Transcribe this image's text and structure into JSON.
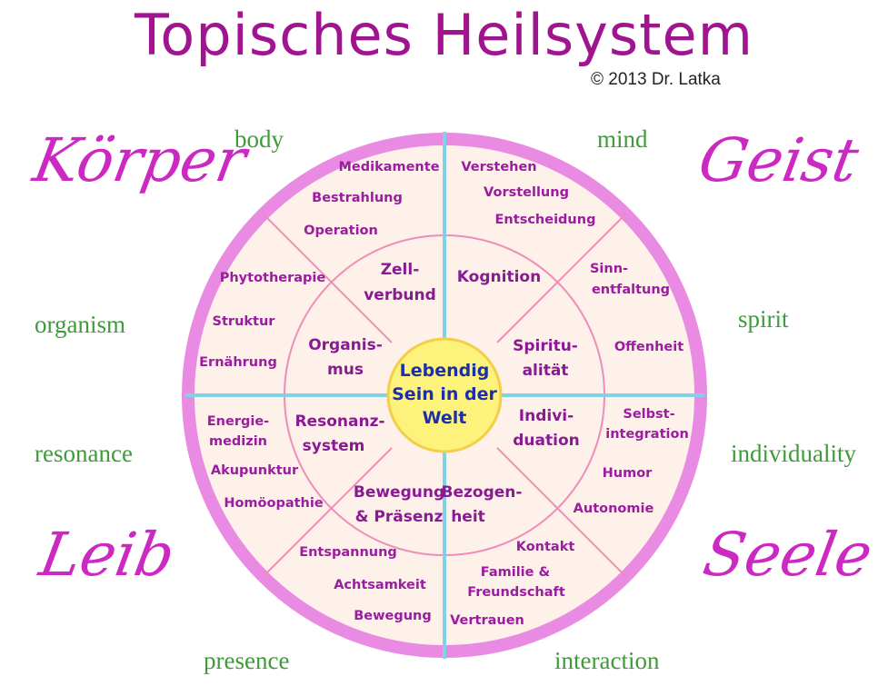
{
  "title": "Topisches Heilsystem",
  "copyright": "© 2013 Dr. Latka",
  "corners": {
    "top_left": {
      "script": "Körper",
      "english": "body"
    },
    "top_right": {
      "script": "Geist",
      "english": "mind"
    },
    "bottom_left": {
      "script": "Leib",
      "english": "presence"
    },
    "bottom_right": {
      "script": "Seele",
      "english": "interaction"
    }
  },
  "side_labels": {
    "left_upper": "organism",
    "left_lower": "resonance",
    "right_upper": "spirit",
    "right_lower": "individuality"
  },
  "center": [
    "Lebendig",
    "Sein in der",
    "Welt"
  ],
  "inner_sectors": [
    [
      "Zell-",
      "verbund"
    ],
    [
      "Kognition"
    ],
    [
      "Spiritu-",
      "alität"
    ],
    [
      "Indivi-",
      "duation"
    ],
    [
      "Bezogen-",
      "heit"
    ],
    [
      "Bewegung",
      "& Präsenz"
    ],
    [
      "Resonanz-",
      "system"
    ],
    [
      "Organis-",
      "mus"
    ]
  ],
  "outer_items": {
    "top_left": [
      "Medikamente",
      "Bestrahlung",
      "Operation"
    ],
    "top_right": [
      "Verstehen",
      "Vorstellung",
      "Entscheidung"
    ],
    "right_upper": [
      [
        "Sinn-",
        "entfaltung"
      ],
      [
        "Offenheit"
      ]
    ],
    "right_lower": [
      [
        "Selbst-",
        "integration"
      ],
      [
        "Humor"
      ],
      [
        "Autonomie"
      ]
    ],
    "bottom_right": [
      [
        "Kontakt"
      ],
      [
        "Familie &",
        "Freundschaft"
      ],
      [
        "Vertrauen"
      ]
    ],
    "bottom_left": [
      "Entspannung",
      "Achtsamkeit",
      "Bewegung"
    ],
    "left_lower": [
      [
        "Energie-",
        "medizin"
      ],
      [
        "Akupunktur"
      ],
      [
        "Homöopathie"
      ]
    ],
    "left_upper": [
      "Phytotherapie",
      "Struktur",
      "Ernährung"
    ]
  },
  "colors": {
    "title": "#a0158f",
    "ring": "#e98ae3",
    "wheel_fill": "#fdf1ea",
    "sector_lines": "#f08cb8",
    "axis_lines": "#7fd3e6",
    "center_fill": "#fff58a",
    "english": "#3f9a3a",
    "script": "#cc28c2",
    "item_text": "#9b1ca0",
    "center_text": "#1d2fa6"
  }
}
